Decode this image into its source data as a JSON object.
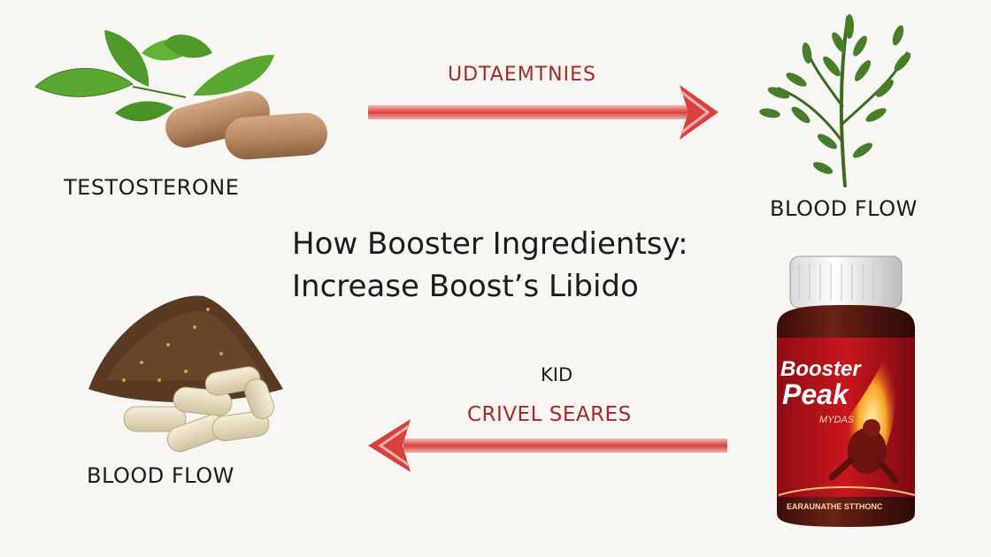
{
  "labels": {
    "testosterone": "TESTOSTERONE",
    "blood_flow_right": "BLOOD FLOW",
    "blood_flow_left": "BLOOD FLOW"
  },
  "arrows": {
    "top_label": "UDTAEMTNIES",
    "bottom_small": "KID",
    "bottom_label": "CRIVEL SEARES"
  },
  "headline": {
    "line1": "How Booster Ingredientsy:",
    "line2": "Increase Boost’s Libido"
  },
  "bottle": {
    "brand_line1": "Booster",
    "brand_line2": "Peak",
    "sub": "MYDAS",
    "bottom_text": "EARAUNATHE STTHONC"
  },
  "colors": {
    "arrow_red": "#d9413f",
    "bottle_red": "#b5121b",
    "bottle_brown": "#5a1a14",
    "leaf_green": "#4f9a2a"
  }
}
